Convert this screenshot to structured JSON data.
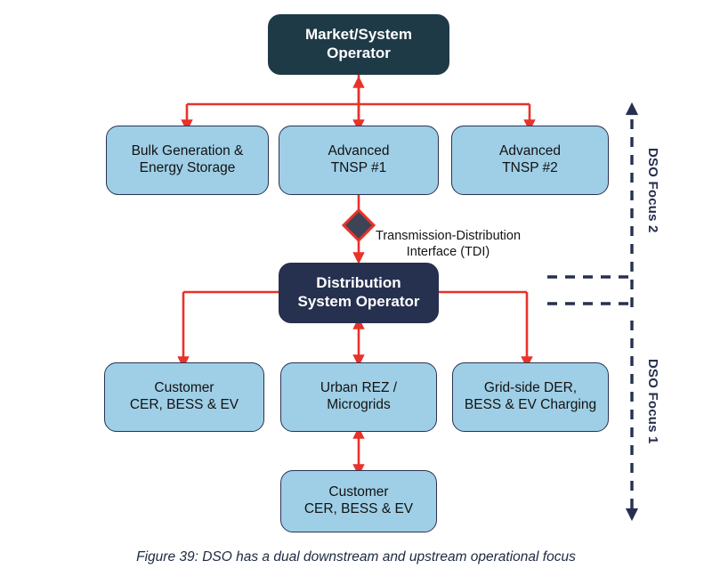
{
  "figure": {
    "caption": "Figure 39: DSO has a dual downstream and upstream operational focus"
  },
  "colors": {
    "light_node_fill": "#9fcfe6",
    "node_border": "#2a3254",
    "top_node_fill": "#1e3a47",
    "dso_node_fill": "#26304f",
    "arrow_red": "#e8322a",
    "dashed_navy": "#26304f",
    "text_dark": "#121212",
    "text_light": "#ffffff"
  },
  "nodes": {
    "market_operator": {
      "label": "Market/System\nOperator"
    },
    "bulk_generation": {
      "label": "Bulk Generation &\nEnergy Storage"
    },
    "tnsp_1": {
      "label": "Advanced\nTNSP #1"
    },
    "tnsp_2": {
      "label": "Advanced\nTNSP #2"
    },
    "dso": {
      "label": "Distribution\nSystem Operator"
    },
    "customer_upper": {
      "label": "Customer\nCER, BESS & EV"
    },
    "urban_rez": {
      "label": "Urban REZ /\nMicrogrids"
    },
    "grid_side_der": {
      "label": "Grid-side DER,\nBESS & EV Charging"
    },
    "customer_lower": {
      "label": "Customer\nCER, BESS & EV"
    }
  },
  "annotations": {
    "tdi": {
      "label": "Transmission-Distribution\nInterface (TDI)"
    },
    "focus_2": {
      "label": "DSO Focus 2"
    },
    "focus_1": {
      "label": "DSO Focus 1"
    }
  }
}
